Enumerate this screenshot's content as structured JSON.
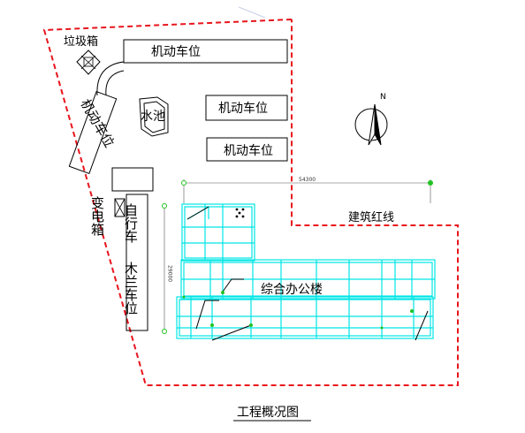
{
  "labels": {
    "trash_bin": "垃圾箱",
    "parking_top": "机动车位",
    "parking_left": "机动车位",
    "pond": "水池",
    "parking_mid_1": "机动车位",
    "parking_mid_2": "机动车位",
    "substation": "变电箱",
    "bike_parking_left": "自行车",
    "bike_parking_right": "木兰车位",
    "red_line": "建筑红线",
    "office_building": "综合办公楼",
    "caption": "工程概况图",
    "north": "N",
    "dim_width": "54300",
    "dim_height": "29000"
  },
  "colors": {
    "red_line": "#e8141c",
    "building": "#00e5e5",
    "marker": "#22c222",
    "ink": "#000000"
  }
}
